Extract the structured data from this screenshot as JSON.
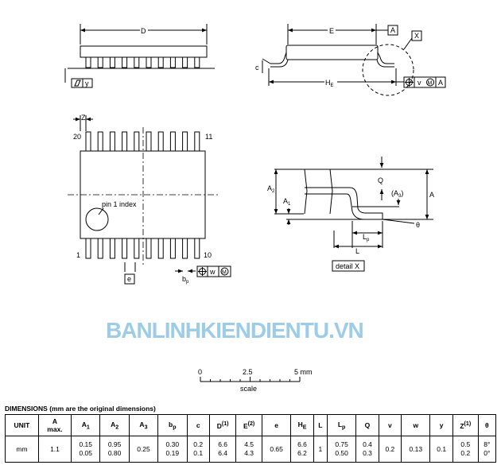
{
  "drawing": {
    "side_view": {
      "dim_D": "D",
      "datum_y": "y"
    },
    "end_view": {
      "dim_E": "E",
      "datum_A": "A",
      "detail_ref": "X",
      "dim_c": "c",
      "dim_HE": "H",
      "dim_HE_sub": "E",
      "tol_v": "v",
      "tol_M": "M",
      "tol_A": "A"
    },
    "plan_view": {
      "dim_Z": "Z",
      "pin20": "20",
      "pin11": "11",
      "pin1": "1",
      "pin10": "10",
      "pin1_index": "pin 1 index",
      "dim_e": "e",
      "dim_bp": "b",
      "dim_bp_sub": "p",
      "tol_w": "w",
      "tol_M": "M"
    },
    "detail": {
      "Q": "Q",
      "A3": "(A",
      "A3_sub": "3",
      "A3_close": ")",
      "A2": "A",
      "A2_sub": "2",
      "A1": "A",
      "A1_sub": "1",
      "A": "A",
      "theta": "θ",
      "Lp": "L",
      "Lp_sub": "p",
      "L": "L",
      "label": "detail X"
    },
    "scale": {
      "ticks": [
        "0",
        "2.5",
        "5 mm"
      ],
      "label": "scale"
    },
    "watermark": "BANLINHKIENDIENTU.VN"
  },
  "dimensions": {
    "title": "DIMENSIONS (mm are the original dimensions)",
    "headers": [
      {
        "main": "UNIT"
      },
      {
        "main": "A",
        "sub2": "max."
      },
      {
        "main": "A",
        "sub": "1"
      },
      {
        "main": "A",
        "sub": "2"
      },
      {
        "main": "A",
        "sub": "3"
      },
      {
        "main": "b",
        "sub": "p"
      },
      {
        "main": "c"
      },
      {
        "main": "D",
        "sup": "(1)"
      },
      {
        "main": "E",
        "sup": "(2)"
      },
      {
        "main": "e"
      },
      {
        "main": "H",
        "sub": "E"
      },
      {
        "main": "L"
      },
      {
        "main": "L",
        "sub": "p"
      },
      {
        "main": "Q"
      },
      {
        "main": "v"
      },
      {
        "main": "w"
      },
      {
        "main": "y"
      },
      {
        "main": "Z",
        "sup": "(1)"
      },
      {
        "main": "θ"
      }
    ],
    "row": [
      [
        "mm"
      ],
      [
        "1.1"
      ],
      [
        "0.15",
        "0.05"
      ],
      [
        "0.95",
        "0.80"
      ],
      [
        "0.25"
      ],
      [
        "0.30",
        "0.19"
      ],
      [
        "0.2",
        "0.1"
      ],
      [
        "6.6",
        "6.4"
      ],
      [
        "4.5",
        "4.3"
      ],
      [
        "0.65"
      ],
      [
        "6.6",
        "6.2"
      ],
      [
        "1"
      ],
      [
        "0.75",
        "0.50"
      ],
      [
        "0.4",
        "0.3"
      ],
      [
        "0.2"
      ],
      [
        "0.13"
      ],
      [
        "0.1"
      ],
      [
        "0.5",
        "0.2"
      ],
      [
        "8°",
        "0°"
      ]
    ]
  }
}
